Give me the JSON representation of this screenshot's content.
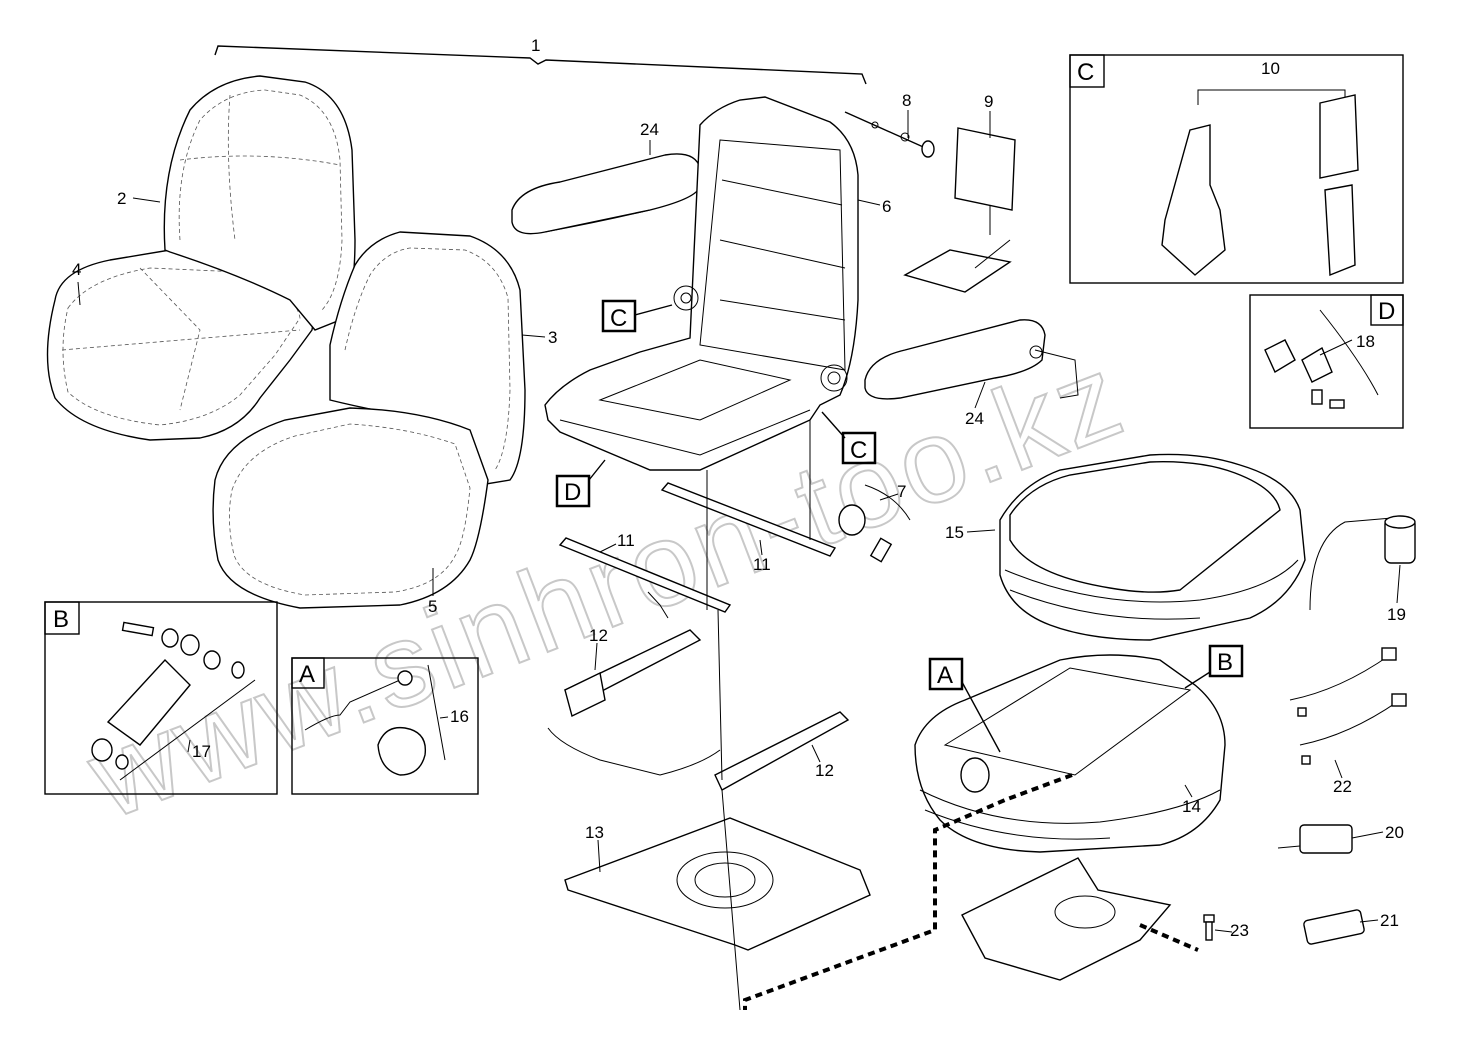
{
  "watermark": "www.sinhron-too.kz",
  "callouts": {
    "n1": "1",
    "n2": "2",
    "n3": "3",
    "n4": "4",
    "n5": "5",
    "n6": "6",
    "n7": "7",
    "n8": "8",
    "n9": "9",
    "n10": "10",
    "n11a": "11",
    "n11b": "11",
    "n12a": "12",
    "n12b": "12",
    "n13": "13",
    "n14": "14",
    "n15": "15",
    "n16": "16",
    "n17": "17",
    "n18": "18",
    "n19": "19",
    "n20": "20",
    "n21": "21",
    "n22": "22",
    "n23": "23",
    "n24a": "24",
    "n24b": "24"
  },
  "detail_labels": {
    "box_c": "C",
    "box_d": "D",
    "box_b": "B",
    "box_a": "A",
    "tag_c1": "C",
    "tag_c2": "C",
    "tag_d": "D",
    "tag_a": "A",
    "tag_b": "B"
  }
}
